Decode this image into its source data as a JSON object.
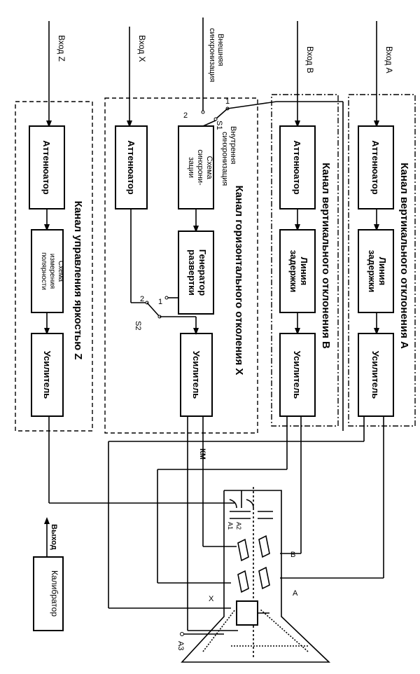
{
  "inputs": {
    "z": "Вход Z",
    "x": "Вход X",
    "b": "Вход В",
    "a": "Вход А",
    "ext_sync_1": "Внешняя",
    "ext_sync_2": "синхронизация"
  },
  "channels": {
    "z": "Канал управления яркостью Z",
    "x": "Канал горизонтального отколения X",
    "b": "Канал вертикального отклонения В",
    "a": "Канал вертикального отклонения А"
  },
  "blocks": {
    "attenuator": "Аттенюатор",
    "polarity_1": "Схема",
    "polarity_2": "измерения",
    "polarity_3": "полярности",
    "amplifier": "Усилитель",
    "sync_1": "Схема",
    "sync_2": "синхрони-",
    "sync_3": "зации",
    "gen_1": "Генератор",
    "gen_2": "развертки",
    "delay_1": "Линия",
    "delay_2": "задержки",
    "calibrator": "Калибратор"
  },
  "labels": {
    "int_sync_1": "Внутрення",
    "int_sync_2": "синхронизация",
    "s1": "S1",
    "s2": "S2",
    "pos1": "1",
    "pos2": "2",
    "km": "КМ",
    "output": "Выход",
    "a1": "А1",
    "a2": "А2",
    "a3": "А3",
    "x": "X",
    "b": "В",
    "a": "А"
  }
}
